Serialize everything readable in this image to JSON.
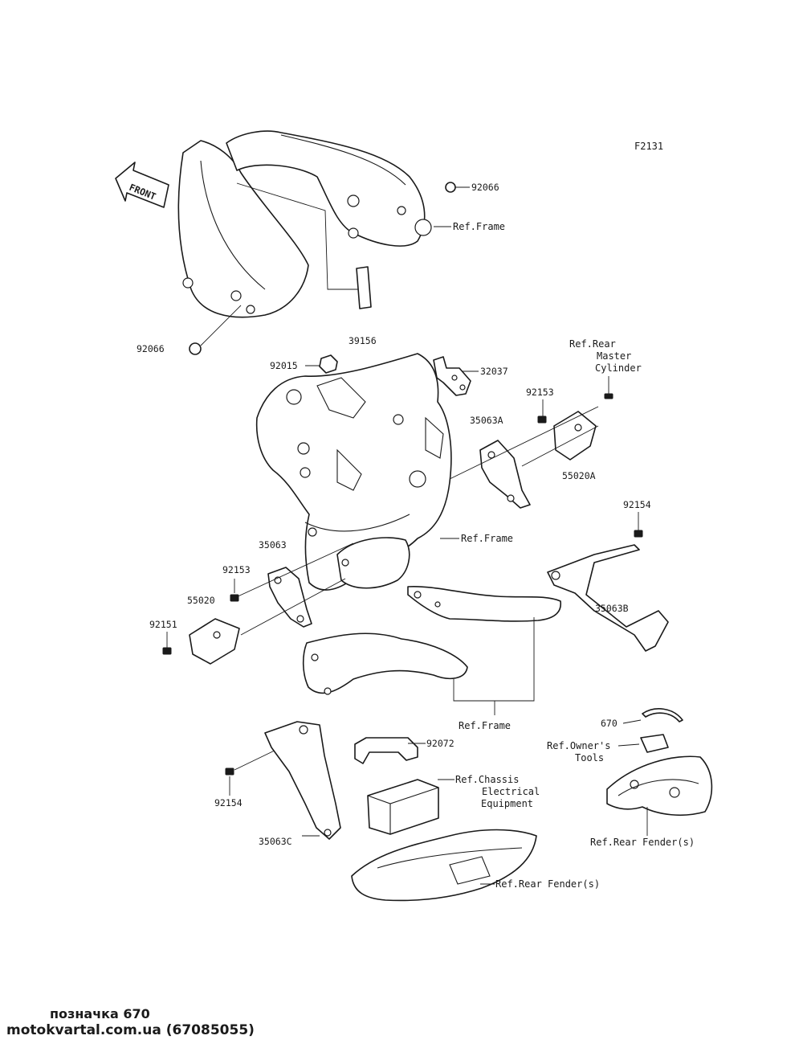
{
  "diagram": {
    "figure_code": "F2131",
    "front_arrow": "FRONT",
    "parts": [
      {
        "id": "p1",
        "label": "92066"
      },
      {
        "id": "p2",
        "label": "Ref.Frame"
      },
      {
        "id": "p3",
        "label": "92066"
      },
      {
        "id": "p4",
        "label": "39156"
      },
      {
        "id": "p5",
        "label": "92015"
      },
      {
        "id": "p6",
        "label": "32037"
      },
      {
        "id": "p7",
        "label": "Ref.Rear"
      },
      {
        "id": "p8",
        "label": "Master"
      },
      {
        "id": "p9",
        "label": "Cylinder"
      },
      {
        "id": "p10",
        "label": "92153"
      },
      {
        "id": "p11",
        "label": "35063A"
      },
      {
        "id": "p12",
        "label": "55020A"
      },
      {
        "id": "p13",
        "label": "92154"
      },
      {
        "id": "p14",
        "label": "Ref.Frame"
      },
      {
        "id": "p15",
        "label": "35063"
      },
      {
        "id": "p16",
        "label": "92153"
      },
      {
        "id": "p17",
        "label": "55020"
      },
      {
        "id": "p18",
        "label": "92151"
      },
      {
        "id": "p19",
        "label": "35063B"
      },
      {
        "id": "p20",
        "label": "Ref.Frame"
      },
      {
        "id": "p21",
        "label": "670"
      },
      {
        "id": "p22",
        "label": "Ref.Owner's"
      },
      {
        "id": "p23",
        "label": "Tools"
      },
      {
        "id": "p24",
        "label": "92072"
      },
      {
        "id": "p25",
        "label": "Ref.Chassis"
      },
      {
        "id": "p26",
        "label": "Electrical"
      },
      {
        "id": "p27",
        "label": "Equipment"
      },
      {
        "id": "p28",
        "label": "92154"
      },
      {
        "id": "p29",
        "label": "35063C"
      },
      {
        "id": "p30",
        "label": "Ref.Rear Fender(s)"
      },
      {
        "id": "p31",
        "label": "Ref.Rear Fender(s)"
      }
    ]
  },
  "footer": {
    "caption_line1": "позначка 670",
    "caption_line2": "motokvartal.com.ua (67085055)"
  }
}
